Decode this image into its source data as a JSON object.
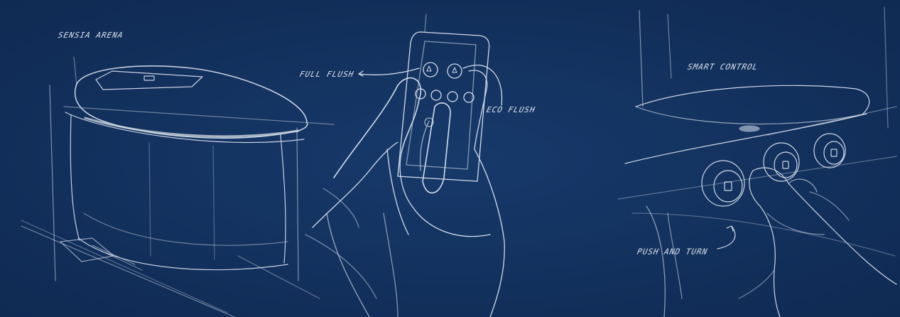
{
  "background_color": "#13325f",
  "line_color": "#e8eef8",
  "labels": {
    "toilet": "SENSIA ARENA",
    "full_flush": "FULL FLUSH",
    "eco_flush": "ECO FLUSH",
    "smart_control": "SMART CONTROL",
    "push_turn": "PUSH AND TURN"
  }
}
